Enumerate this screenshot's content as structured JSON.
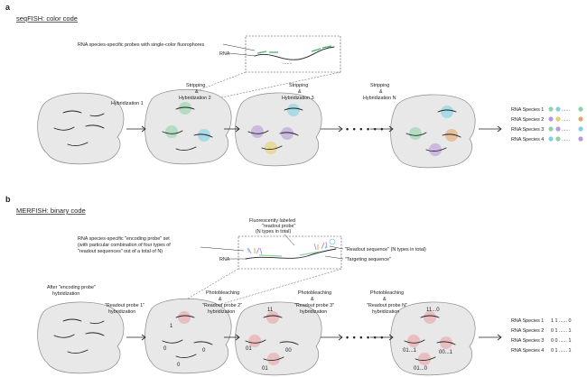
{
  "panel_a": {
    "letter": "a",
    "title": "seqFISH: color code",
    "probe_callout": "RNA species-specific probes with single-color fluorophores",
    "rna_callout": "RNA",
    "steps": [
      {
        "line1": "Hybridization 1",
        "line2": "",
        "line3": ""
      },
      {
        "line1": "Stripping",
        "line2": "&",
        "line3": "Hybridization 2"
      },
      {
        "line1": "Stripping",
        "line2": "&",
        "line3": "Hybridization 3"
      },
      {
        "line1": "Stripping",
        "line2": "&",
        "line3": "Hybridization N"
      }
    ],
    "dots": "• • • • • •",
    "legend": [
      {
        "label": "RNA Species 1",
        "c1": "#8fd3a8",
        "c2": "#7fd0e2",
        "c3": "#8fd3a8"
      },
      {
        "label": "RNA Species 2",
        "c1": "#b89ad8",
        "c2": "#e6d06a",
        "c3": "#e6a56a"
      },
      {
        "label": "RNA Species 3",
        "c1": "#8fd3a8",
        "c2": "#b89ad8",
        "c3": "#7fd0e2"
      },
      {
        "label": "RNA Species 4",
        "c1": "#7fd0e2",
        "c2": "#8fd3a8",
        "c3": "#b89ad8"
      }
    ],
    "legend_sep": "......"
  },
  "panel_b": {
    "letter": "b",
    "title": "MERFISH: binary code",
    "readout_probe_callout_1": "Fluorescently labeled",
    "readout_probe_callout_2": "\"readout probe\"",
    "readout_probe_callout_3": "(N types in total)",
    "encoding_callout_1": "RNA species-specific \"encoding probe\" set",
    "encoding_callout_2": "(with particular combination of four types of",
    "encoding_callout_3": "\"readout sequences\" out of a total of N)",
    "rna_callout": "RNA",
    "readout_seq_callout": "\"Readout sequence\" (N types in total)",
    "targeting_callout": "\"Targeting sequence\"",
    "steps": [
      {
        "line1": "After \"encoding probe\"",
        "line2": "hybridization",
        "line3": ""
      },
      {
        "line1": "\"Readout probe 1\"",
        "line2": "hybridization",
        "line3": ""
      },
      {
        "line1": "Photobleaching",
        "line2": "&",
        "line3": "\"Readout probe 2\"",
        "line4": "hybridization"
      },
      {
        "line1": "Photobleaching",
        "line2": "&",
        "line3": "\"Readout probe 3\"",
        "line4": "hybridization"
      },
      {
        "line1": "Photobleaching",
        "line2": "&",
        "line3": "\"Readout probe N\"",
        "line4": "hybridization"
      }
    ],
    "cell_codes": {
      "c2": [
        "1",
        "0",
        "0",
        "0"
      ],
      "c3": [
        "11",
        "01",
        "00",
        "01"
      ],
      "c4": [
        "11...0",
        "01...1",
        "00...1",
        "01...0"
      ]
    },
    "dots": "• • • • • •",
    "legend": [
      {
        "label": "RNA Species 1",
        "code": "1 1 ...... 0"
      },
      {
        "label": "RNA Species 2",
        "code": "0 1 ...... 1"
      },
      {
        "label": "RNA Species 3",
        "code": "0 0 ...... 1"
      },
      {
        "label": "RNA Species 4",
        "code": "0 1 ...... 1"
      }
    ]
  }
}
